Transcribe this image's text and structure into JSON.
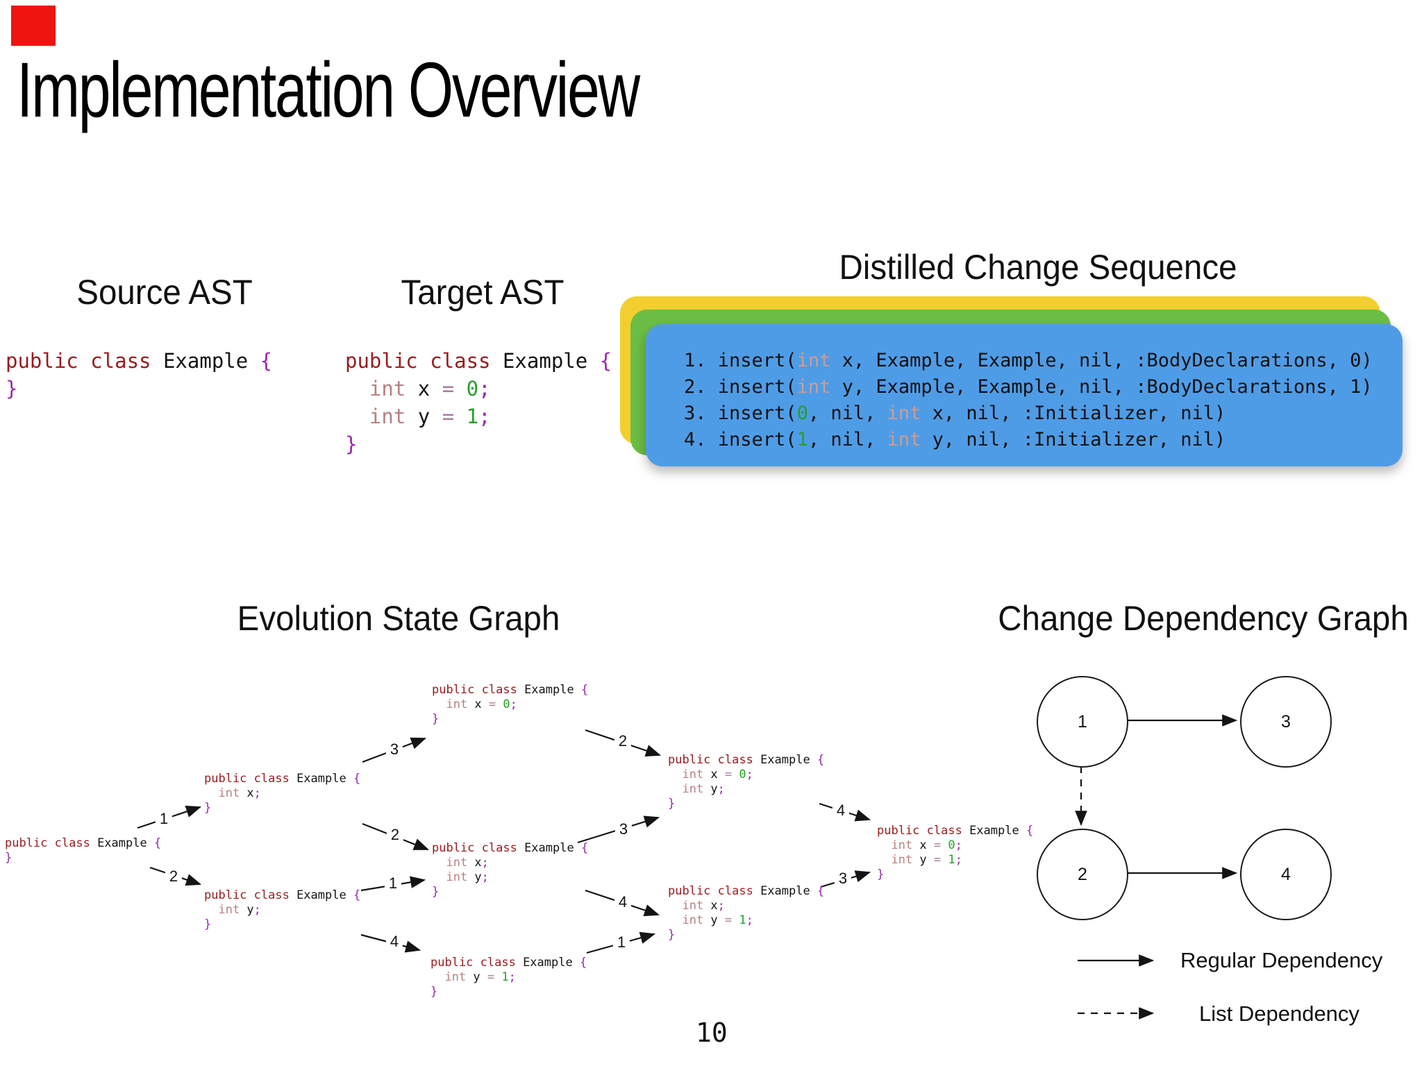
{
  "slide": {
    "title": "Implementation Overview",
    "page_number": "10"
  },
  "badge": {
    "color": "#ee1410"
  },
  "syntax_colors": {
    "keyword": "#991b1e",
    "type": "#b97f7f",
    "punctuation": "#9928ad",
    "number": "#25a125",
    "operator": "#a87ba0",
    "plain": "#101010",
    "faded_type": "#cf9c92"
  },
  "source_ast": {
    "heading": "Source AST",
    "code": [
      [
        {
          "t": "public class",
          "c": "kw"
        },
        {
          "t": " Example ",
          "c": "id"
        },
        {
          "t": "{",
          "c": "p"
        }
      ],
      [
        {
          "t": "}",
          "c": "p"
        }
      ]
    ]
  },
  "target_ast": {
    "heading": "Target AST",
    "code": [
      [
        {
          "t": "public class",
          "c": "kw"
        },
        {
          "t": " Example ",
          "c": "id"
        },
        {
          "t": "{",
          "c": "p"
        }
      ],
      [
        {
          "t": "  int",
          "c": "ty"
        },
        {
          "t": " x ",
          "c": "id"
        },
        {
          "t": "=",
          "c": "op"
        },
        {
          "t": " ",
          "c": "id"
        },
        {
          "t": "0",
          "c": "num"
        },
        {
          "t": ";",
          "c": "p"
        }
      ],
      [
        {
          "t": "  int",
          "c": "ty"
        },
        {
          "t": " y ",
          "c": "id"
        },
        {
          "t": "=",
          "c": "op"
        },
        {
          "t": " ",
          "c": "id"
        },
        {
          "t": "1",
          "c": "num"
        },
        {
          "t": ";",
          "c": "p"
        }
      ],
      [
        {
          "t": "}",
          "c": "p"
        }
      ]
    ]
  },
  "change_sequence": {
    "heading": "Distilled Change Sequence",
    "card_colors": {
      "back": "#f2cf2e",
      "middle": "#6cbd45",
      "front": "#4f9ce6"
    },
    "lines": [
      [
        {
          "t": "1. insert(",
          "c": "pl"
        },
        {
          "t": "int",
          "c": "fade"
        },
        {
          "t": " x, Example, Example, nil, :BodyDeclarations, 0)",
          "c": "pl"
        }
      ],
      [
        {
          "t": "2. insert(",
          "c": "pl"
        },
        {
          "t": "int",
          "c": "fade"
        },
        {
          "t": " y, Example, Example, nil, :BodyDeclarations, 1)",
          "c": "pl"
        }
      ],
      [
        {
          "t": "3. insert(",
          "c": "pl"
        },
        {
          "t": "0",
          "c": "num"
        },
        {
          "t": ", nil, ",
          "c": "pl"
        },
        {
          "t": "int",
          "c": "fade"
        },
        {
          "t": " x, nil, :Initializer, nil)",
          "c": "pl"
        }
      ],
      [
        {
          "t": "4. insert(",
          "c": "pl"
        },
        {
          "t": "1",
          "c": "num"
        },
        {
          "t": ", nil, ",
          "c": "pl"
        },
        {
          "t": "int",
          "c": "fade"
        },
        {
          "t": " y, nil, :Initializer, nil)",
          "c": "pl"
        }
      ]
    ]
  },
  "evolution_graph": {
    "heading": "Evolution State Graph",
    "edge_labels": {
      "a_b": "1",
      "a_c": "2",
      "b_d": "3",
      "b_e": "2",
      "c_e": "1",
      "c_f": "4",
      "d_g": "2",
      "e_g": "3",
      "e_h": "4",
      "f_h": "1",
      "g_i": "4",
      "h_i": "3"
    },
    "nodes": {
      "a": {
        "code": [
          [
            {
              "t": "public class",
              "c": "kw"
            },
            {
              "t": " Example ",
              "c": "id"
            },
            {
              "t": "{",
              "c": "p"
            }
          ],
          [
            {
              "t": "}",
              "c": "p"
            }
          ]
        ]
      },
      "b": {
        "code": [
          [
            {
              "t": "public class",
              "c": "kw"
            },
            {
              "t": " Example ",
              "c": "id"
            },
            {
              "t": "{",
              "c": "p"
            }
          ],
          [
            {
              "t": "  int",
              "c": "ty"
            },
            {
              "t": " x",
              "c": "id"
            },
            {
              "t": ";",
              "c": "p"
            }
          ],
          [
            {
              "t": "}",
              "c": "p"
            }
          ]
        ]
      },
      "c": {
        "code": [
          [
            {
              "t": "public class",
              "c": "kw"
            },
            {
              "t": " Example ",
              "c": "id"
            },
            {
              "t": "{",
              "c": "p"
            }
          ],
          [
            {
              "t": "  int",
              "c": "ty"
            },
            {
              "t": " y",
              "c": "id"
            },
            {
              "t": ";",
              "c": "p"
            }
          ],
          [
            {
              "t": "}",
              "c": "p"
            }
          ]
        ]
      },
      "d": {
        "code": [
          [
            {
              "t": "public class",
              "c": "kw"
            },
            {
              "t": " Example ",
              "c": "id"
            },
            {
              "t": "{",
              "c": "p"
            }
          ],
          [
            {
              "t": "  int",
              "c": "ty"
            },
            {
              "t": " x ",
              "c": "id"
            },
            {
              "t": "=",
              "c": "op"
            },
            {
              "t": " ",
              "c": "id"
            },
            {
              "t": "0",
              "c": "num"
            },
            {
              "t": ";",
              "c": "p"
            }
          ],
          [
            {
              "t": "}",
              "c": "p"
            }
          ]
        ]
      },
      "e": {
        "code": [
          [
            {
              "t": "public class",
              "c": "kw"
            },
            {
              "t": " Example ",
              "c": "id"
            },
            {
              "t": "{",
              "c": "p"
            }
          ],
          [
            {
              "t": "  int",
              "c": "ty"
            },
            {
              "t": " x",
              "c": "id"
            },
            {
              "t": ";",
              "c": "p"
            }
          ],
          [
            {
              "t": "  int",
              "c": "ty"
            },
            {
              "t": " y",
              "c": "id"
            },
            {
              "t": ";",
              "c": "p"
            }
          ],
          [
            {
              "t": "}",
              "c": "p"
            }
          ]
        ]
      },
      "f": {
        "code": [
          [
            {
              "t": "public class",
              "c": "kw"
            },
            {
              "t": " Example ",
              "c": "id"
            },
            {
              "t": "{",
              "c": "p"
            }
          ],
          [
            {
              "t": "  int",
              "c": "ty"
            },
            {
              "t": " y ",
              "c": "id"
            },
            {
              "t": "=",
              "c": "op"
            },
            {
              "t": " ",
              "c": "id"
            },
            {
              "t": "1",
              "c": "num"
            },
            {
              "t": ";",
              "c": "p"
            }
          ],
          [
            {
              "t": "}",
              "c": "p"
            }
          ]
        ]
      },
      "g": {
        "code": [
          [
            {
              "t": "public class",
              "c": "kw"
            },
            {
              "t": " Example ",
              "c": "id"
            },
            {
              "t": "{",
              "c": "p"
            }
          ],
          [
            {
              "t": "  int",
              "c": "ty"
            },
            {
              "t": " x ",
              "c": "id"
            },
            {
              "t": "=",
              "c": "op"
            },
            {
              "t": " ",
              "c": "id"
            },
            {
              "t": "0",
              "c": "num"
            },
            {
              "t": ";",
              "c": "p"
            }
          ],
          [
            {
              "t": "  int",
              "c": "ty"
            },
            {
              "t": " y",
              "c": "id"
            },
            {
              "t": ";",
              "c": "p"
            }
          ],
          [
            {
              "t": "}",
              "c": "p"
            }
          ]
        ]
      },
      "h": {
        "code": [
          [
            {
              "t": "public class",
              "c": "kw"
            },
            {
              "t": " Example ",
              "c": "id"
            },
            {
              "t": "{",
              "c": "p"
            }
          ],
          [
            {
              "t": "  int",
              "c": "ty"
            },
            {
              "t": " x",
              "c": "id"
            },
            {
              "t": ";",
              "c": "p"
            }
          ],
          [
            {
              "t": "  int",
              "c": "ty"
            },
            {
              "t": " y ",
              "c": "id"
            },
            {
              "t": "=",
              "c": "op"
            },
            {
              "t": " ",
              "c": "id"
            },
            {
              "t": "1",
              "c": "num"
            },
            {
              "t": ";",
              "c": "p"
            }
          ],
          [
            {
              "t": "}",
              "c": "p"
            }
          ]
        ]
      },
      "i": {
        "code": [
          [
            {
              "t": "public class",
              "c": "kw"
            },
            {
              "t": " Example ",
              "c": "id"
            },
            {
              "t": "{",
              "c": "p"
            }
          ],
          [
            {
              "t": "  int",
              "c": "ty"
            },
            {
              "t": " x ",
              "c": "id"
            },
            {
              "t": "=",
              "c": "op"
            },
            {
              "t": " ",
              "c": "id"
            },
            {
              "t": "0",
              "c": "num"
            },
            {
              "t": ";",
              "c": "p"
            }
          ],
          [
            {
              "t": "  int",
              "c": "ty"
            },
            {
              "t": " y ",
              "c": "id"
            },
            {
              "t": "=",
              "c": "op"
            },
            {
              "t": " ",
              "c": "id"
            },
            {
              "t": "1",
              "c": "num"
            },
            {
              "t": ";",
              "c": "p"
            }
          ],
          [
            {
              "t": "}",
              "c": "p"
            }
          ]
        ]
      }
    }
  },
  "dependency_graph": {
    "heading": "Change Dependency Graph",
    "node_labels": {
      "n1": "1",
      "n2": "2",
      "n3": "3",
      "n4": "4"
    },
    "legend": {
      "regular": "Regular Dependency",
      "list": "List Dependency"
    }
  }
}
